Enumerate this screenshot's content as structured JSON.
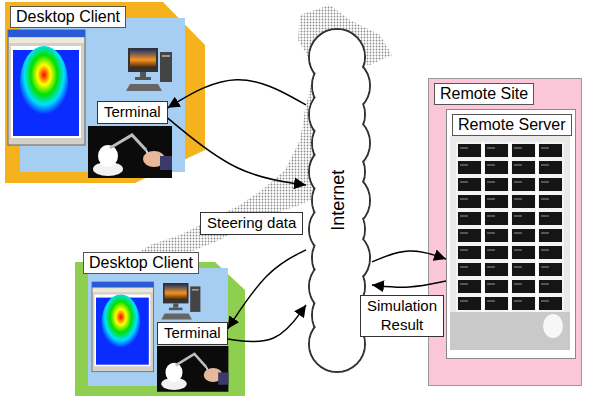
{
  "diagram": {
    "nodes": [
      {
        "text": [
          "Desktop Client"
        ]
      },
      {
        "text": [
          "Terminal"
        ],
        "in": 0
      },
      {
        "text": [
          "Desktop Client"
        ]
      },
      {
        "text": [
          "Terminal"
        ],
        "in": 2
      },
      {
        "text": [
          "Internet"
        ]
      },
      {
        "text": [
          "Remote Site"
        ]
      },
      {
        "text": [
          "Remote Server"
        ],
        "in": 5
      },
      {
        "text": [
          "Steering data"
        ]
      },
      {
        "text": [
          "Simulation Result"
        ]
      }
    ],
    "edges": [
      {
        "from": 4,
        "to": 1,
        "arrow": "to"
      },
      {
        "from": 1,
        "to": 4,
        "arrow": "to"
      },
      {
        "from": 4,
        "to": 3,
        "arrow": "to"
      },
      {
        "from": 3,
        "to": 4,
        "arrow": "to"
      },
      {
        "from": 4,
        "to": 6,
        "arrow": "to"
      },
      {
        "from": 6,
        "to": 4,
        "arrow": "to"
      }
    ]
  }
}
